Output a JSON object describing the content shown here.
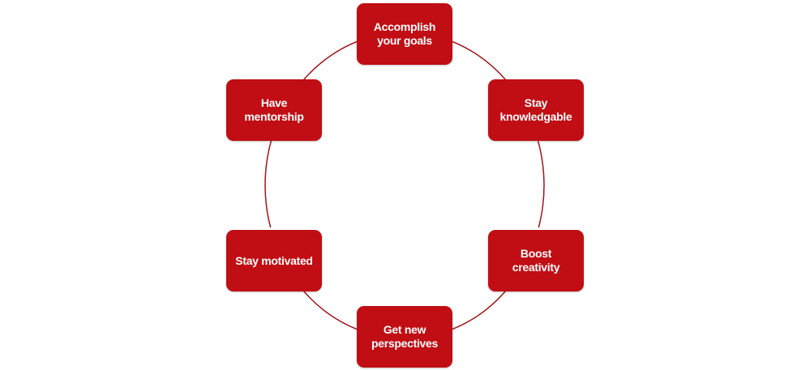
{
  "diagram": {
    "type": "cycle",
    "ring_color": "#a31419",
    "node_color": "#c00e14",
    "text_color": "#ffffff",
    "nodes": [
      {
        "label": "Accomplish\nyour goals"
      },
      {
        "label": "Stay\nknowledgable"
      },
      {
        "label": "Boost\ncreativity"
      },
      {
        "label": "Get new\nperspectives"
      },
      {
        "label": "Stay motivated"
      },
      {
        "label": "Have\nmentorship"
      }
    ]
  }
}
